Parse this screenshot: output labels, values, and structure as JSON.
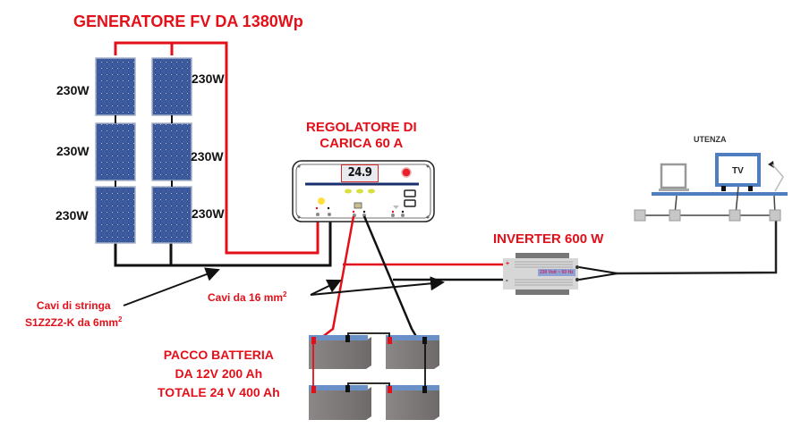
{
  "title": "GENERATORE FV DA 1380Wp",
  "pv_array": {
    "panels": [
      {
        "label": "230W",
        "column": "left",
        "row": 1
      },
      {
        "label": "230W",
        "column": "left",
        "row": 2
      },
      {
        "label": "230W",
        "column": "left",
        "row": 3
      },
      {
        "label": "230W",
        "column": "right",
        "row": 1
      },
      {
        "label": "230W",
        "column": "right",
        "row": 2
      },
      {
        "label": "230W",
        "column": "right",
        "row": 3
      }
    ]
  },
  "charge_controller": {
    "label_line1": "REGOLATORE DI",
    "label_line2": "CARICA 60 A",
    "display_value": "24.9",
    "terminals": [
      "+",
      "-",
      "+",
      "-",
      "+",
      "-"
    ]
  },
  "inverter": {
    "label": "INVERTER 600 W",
    "output_text": "230 Volt ~ 50 Hz",
    "plus": "+",
    "minus": "-"
  },
  "loads": {
    "label": "UTENZA",
    "tv_label": "TV"
  },
  "cables": {
    "string_cable_line1": "Cavi di stringa",
    "string_cable_line2": "S1Z2Z2-K da 6mm",
    "string_cable_sup": "2",
    "battery_cable": "Cavi da 16 mm",
    "battery_cable_sup": "2"
  },
  "battery_pack": {
    "line1": "PACCO BATTERIA",
    "line2": "DA 12V 200 Ah",
    "line3": "TOTALE 24 V 400 Ah",
    "count": 4
  },
  "colors": {
    "positive_wire": "#e3101a",
    "negative_wire": "#111111",
    "label_red": "#e3101a",
    "panel_blue": "#2f4a8a",
    "battery_gray": "#8a8585",
    "battery_top": "#6a90c8"
  }
}
